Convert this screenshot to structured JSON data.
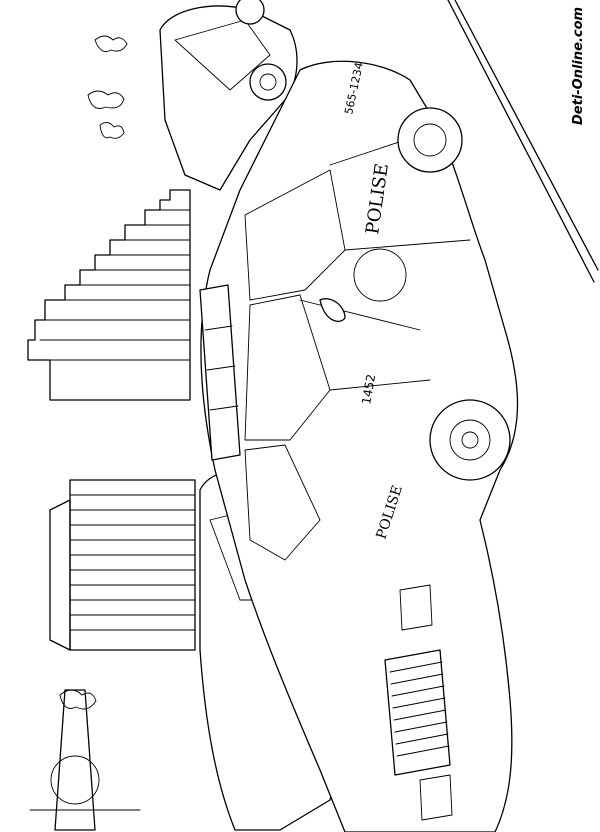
{
  "watermark": "Deti-Online.com",
  "car": {
    "roof_text": "POLISE",
    "hood_text": "POLISE",
    "phone_number": "565-1234",
    "unit_number": "1452"
  }
}
